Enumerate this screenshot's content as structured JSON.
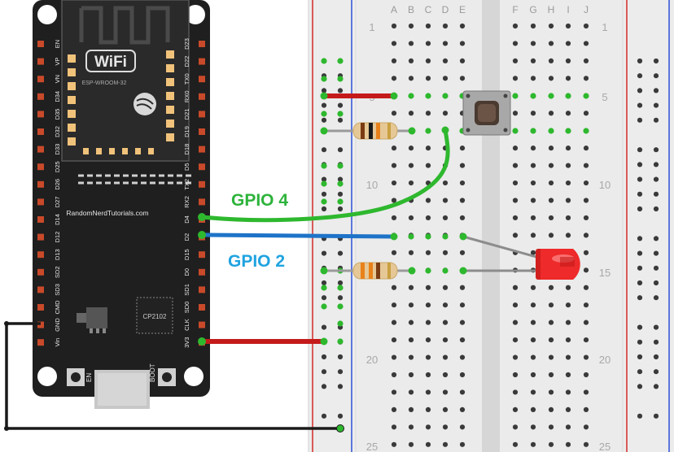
{
  "board": {
    "wifi_logo": "WiFi",
    "module_label": "ESP-WROOM-32",
    "site_label": "RandomNerdTutorials.com",
    "chip_label": "CP2102",
    "en_button_label": "EN",
    "boot_button_label": "BOOT",
    "left_pins": [
      "EN",
      "VP",
      "VN",
      "D34",
      "D35",
      "D32",
      "D33",
      "D25",
      "D26",
      "D27",
      "D14",
      "D12",
      "D13",
      "SD2",
      "SD3",
      "CMD",
      "GND",
      "Vin"
    ],
    "right_pins": [
      "D23",
      "D22",
      "TX0",
      "RX0",
      "D21",
      "D19",
      "D18",
      "D5",
      "TX2",
      "RX2",
      "D4",
      "D2",
      "D15",
      "D0",
      "SD1",
      "SD0",
      "CLK",
      "3V3"
    ]
  },
  "breadboard": {
    "columns_left": [
      "A",
      "B",
      "C",
      "D",
      "E"
    ],
    "columns_right": [
      "F",
      "G",
      "H",
      "I",
      "J"
    ],
    "row_numbers": [
      "1",
      "5",
      "10",
      "15",
      "20",
      "25"
    ]
  },
  "labels": {
    "gpio4": "GPIO 4",
    "gpio2": "GPIO 2"
  },
  "colors": {
    "board": "#1f1f1f",
    "breadboard": "#e6e6e6",
    "rail_red": "#d42a2a",
    "rail_blue": "#2c4fd6",
    "wire_green": "#2eb82e",
    "wire_blue": "#1e73c8",
    "wire_red": "#c41a1a",
    "wire_black": "#1a1a1a",
    "label_green": "#2db33b",
    "label_blue": "#1fa3e0",
    "led_red": "#ee2a2a"
  }
}
